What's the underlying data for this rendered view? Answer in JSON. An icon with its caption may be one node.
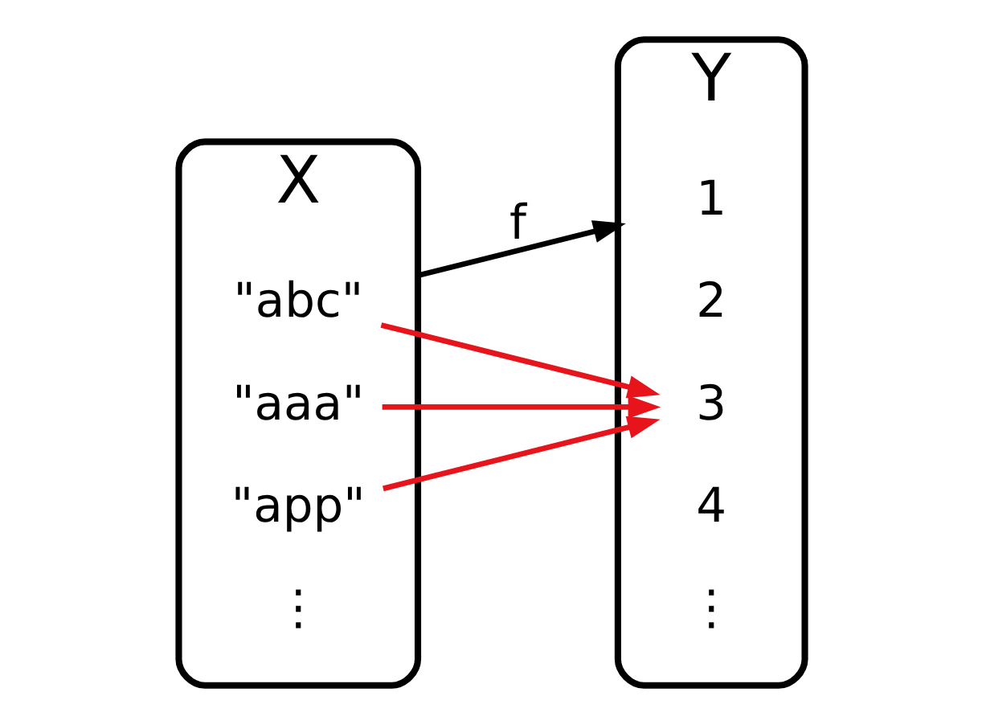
{
  "diagram": {
    "nodes": [
      {
        "text": [
          "X"
        ]
      },
      {
        "text": [
          "\"abc\""
        ],
        "in": 0
      },
      {
        "text": [
          "\"aaa\""
        ],
        "in": 0
      },
      {
        "text": [
          "\"app\""
        ],
        "in": 0
      },
      {
        "text": [
          "⋮"
        ],
        "in": 0
      },
      {
        "text": [
          "Y"
        ]
      },
      {
        "text": [
          "1"
        ],
        "in": 5
      },
      {
        "text": [
          "2"
        ],
        "in": 5
      },
      {
        "text": [
          "3"
        ],
        "in": 5
      },
      {
        "text": [
          "4"
        ],
        "in": 5
      },
      {
        "text": [
          "⋮"
        ],
        "in": 5
      }
    ],
    "edges": [
      {
        "from": 0,
        "to": 5,
        "arrow": "to",
        "label": "f",
        "color": "#000000"
      },
      {
        "from": 1,
        "to": 8,
        "arrow": "to"
      },
      {
        "from": 2,
        "to": 8,
        "arrow": "to"
      },
      {
        "from": 3,
        "to": 8,
        "arrow": "to"
      }
    ]
  }
}
